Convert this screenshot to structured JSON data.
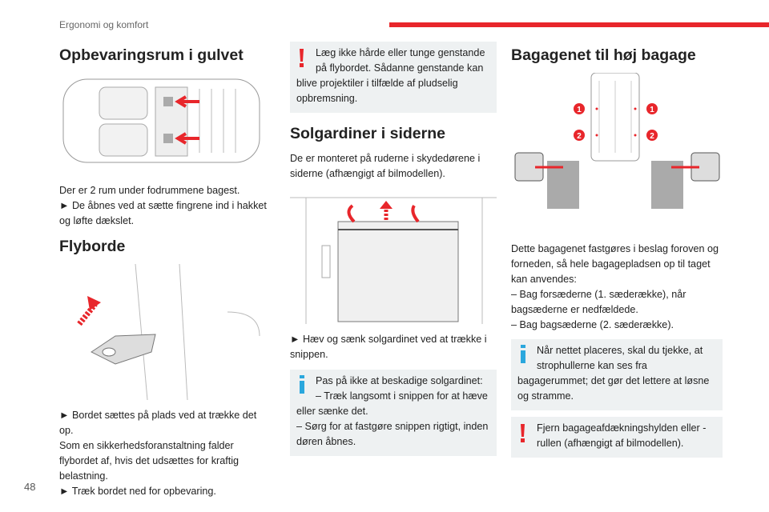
{
  "header": {
    "section": "Ergonomi og komfort",
    "page_number": "48",
    "accent": "#e8262b"
  },
  "col1": {
    "h1": "Opbevaringsrum i gulvet",
    "p1": "Der er 2 rum under fodrummene bagest.",
    "p2": "► De åbnes ved at sætte fingrene ind i hakket og løfte dækslet.",
    "h2": "Flyborde",
    "p3": "► Bordet sættes på plads ved at trække det op.",
    "p4": "Som en sikkerhedsforanstaltning falder flybordet af, hvis det udsættes for kraftig belastning.",
    "p5": "► Træk bordet ned for opbevaring."
  },
  "col2": {
    "warn": "Læg ikke hårde eller tunge genstande på flybordet. Sådanne genstande kan blive projektiler i tilfælde af pludselig opbremsning.",
    "h1": "Solgardiner i siderne",
    "p1": "De er monteret på ruderne i skydedørene i siderne (afhængigt af bilmodellen).",
    "p2": "► Hæv og sænk solgardinet ved at trække i snippen.",
    "info_l1": "Pas på ikke at beskadige solgardinet:",
    "info_l2": "– Træk langsomt i snippen for at hæve eller sænke det.",
    "info_l3": "– Sørg for at fastgøre snippen rigtigt, inden døren åbnes."
  },
  "col3": {
    "h1": "Bagagenet til høj bagage",
    "callouts": [
      "1",
      "1",
      "2",
      "2"
    ],
    "p1": "Dette bagagenet fastgøres i beslag foroven og forneden, så hele bagagepladsen op til taget kan anvendes:",
    "p2": "– Bag forsæderne (1. sæderække), når bagsæderne er nedfældede.",
    "p3": "– Bag bagsæderne (2. sæderække).",
    "info": "Når nettet placeres, skal du tjekke, at strophullerne kan ses fra bagagerummet; det gør det lettere at løsne og stramme.",
    "warn": "Fjern bagageafdækningshylden eller -rullen (afhængigt af bilmodellen)."
  }
}
